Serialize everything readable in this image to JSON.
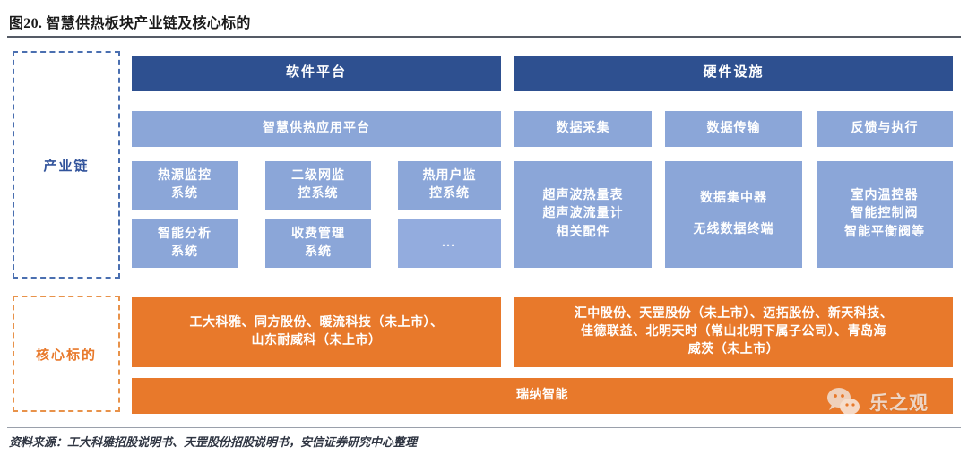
{
  "figure": {
    "title": "图20. 智慧供热板块产业链及核心标的",
    "source_note": "资料来源：工大科雅招股说明书、天罡股份招股说明书，安信证券研究中心整理"
  },
  "colors": {
    "header_blue": "#2E5090",
    "box_blue": "#8BA6D8",
    "box_blue_light": "#93ACDE",
    "orange": "#E8792B",
    "rail_blue_text": "#31539B",
    "rail_orange_text": "#E8792B"
  },
  "rail": {
    "chain_label": "产业链",
    "target_label": "核心标的"
  },
  "software": {
    "header": "软件平台",
    "platform": "智慧供热应用平台",
    "modules": [
      {
        "line1": "热源监控",
        "line2": "系统"
      },
      {
        "line1": "二级网监",
        "line2": "控系统"
      },
      {
        "line1": "热用户监",
        "line2": "控系统"
      },
      {
        "line1": "智能分析",
        "line2": "系统"
      },
      {
        "line1": "收费管理",
        "line2": "系统"
      },
      {
        "line1": "…",
        "line2": ""
      }
    ]
  },
  "hardware": {
    "header": "硬件设施",
    "categories": [
      "数据采集",
      "数据传输",
      "反馈与执行"
    ],
    "details": [
      {
        "line1": "超声波热量表",
        "line2": "超声波流量计",
        "line3": "相关配件"
      },
      {
        "line1": "数据集中器",
        "line2": "",
        "line3": "无线数据终端"
      },
      {
        "line1": "室内温控器",
        "line2": "智能控制阀",
        "line3": "智能平衡阀等"
      }
    ]
  },
  "core_targets": {
    "software": {
      "line1": "工大科雅、同方股份、暖流科技（未上市）、",
      "line2": "山东耐威科（未上市）"
    },
    "hardware": {
      "line1": "汇中股份、天罡股份（未上市）、迈拓股份、新天科技、",
      "line2": "佳德联益、北明天时（常山北明下属子公司）、青岛海",
      "line3": "威茨（未上市）"
    },
    "full_width": "瑞纳智能"
  },
  "watermark": {
    "label": "乐之观"
  }
}
